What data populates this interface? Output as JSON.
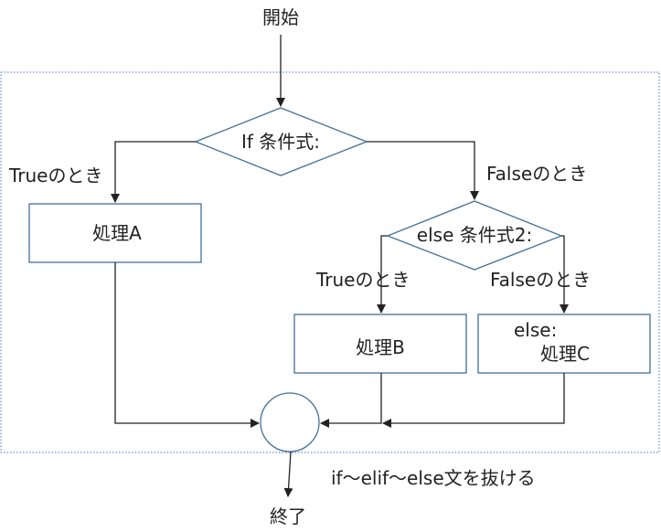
{
  "nodes": {
    "start": "開始",
    "if_condition": "If 条件式:",
    "process_a": "処理A",
    "elif_condition": "else 条件式2:",
    "process_b": "処理B",
    "else_line1": "else:",
    "else_line2": "処理C",
    "end": "終了"
  },
  "edge_labels": {
    "if_true": "Trueのとき",
    "if_false": "Falseのとき",
    "elif_true": "Trueのとき",
    "elif_false": "Falseのとき",
    "exit": "if～elif～else文を抜ける"
  },
  "colors": {
    "node_border": "#41719c",
    "region_border": "#4472c4",
    "line": "#222222",
    "text": "#222222"
  }
}
